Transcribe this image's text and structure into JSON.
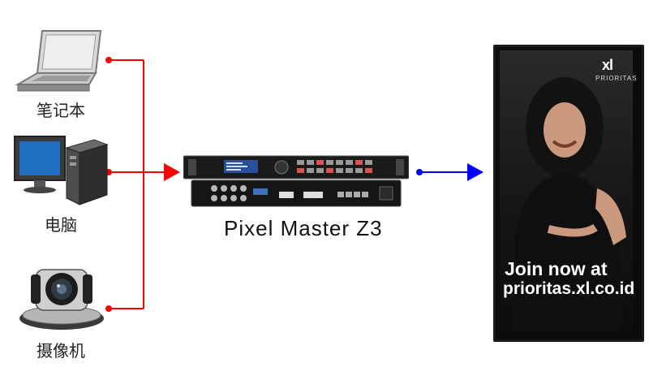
{
  "sources": [
    {
      "label": "笔记本",
      "icon": "laptop-icon"
    },
    {
      "label": "电脑",
      "icon": "desktop-computer-icon"
    },
    {
      "label": "摄像机",
      "icon": "video-camera-icon"
    }
  ],
  "processor": {
    "name": "Pixel Master Z3",
    "icon": "video-processor-icon"
  },
  "display": {
    "icon": "led-display-icon",
    "brand": "xl",
    "brand_sub": "PRIORITAS",
    "ad_line1": "Join now at",
    "ad_line2": "prioritas.xl.co.id"
  },
  "colors": {
    "input_line": "#ff0000",
    "output_line": "#0000ff",
    "text": "#222222"
  }
}
